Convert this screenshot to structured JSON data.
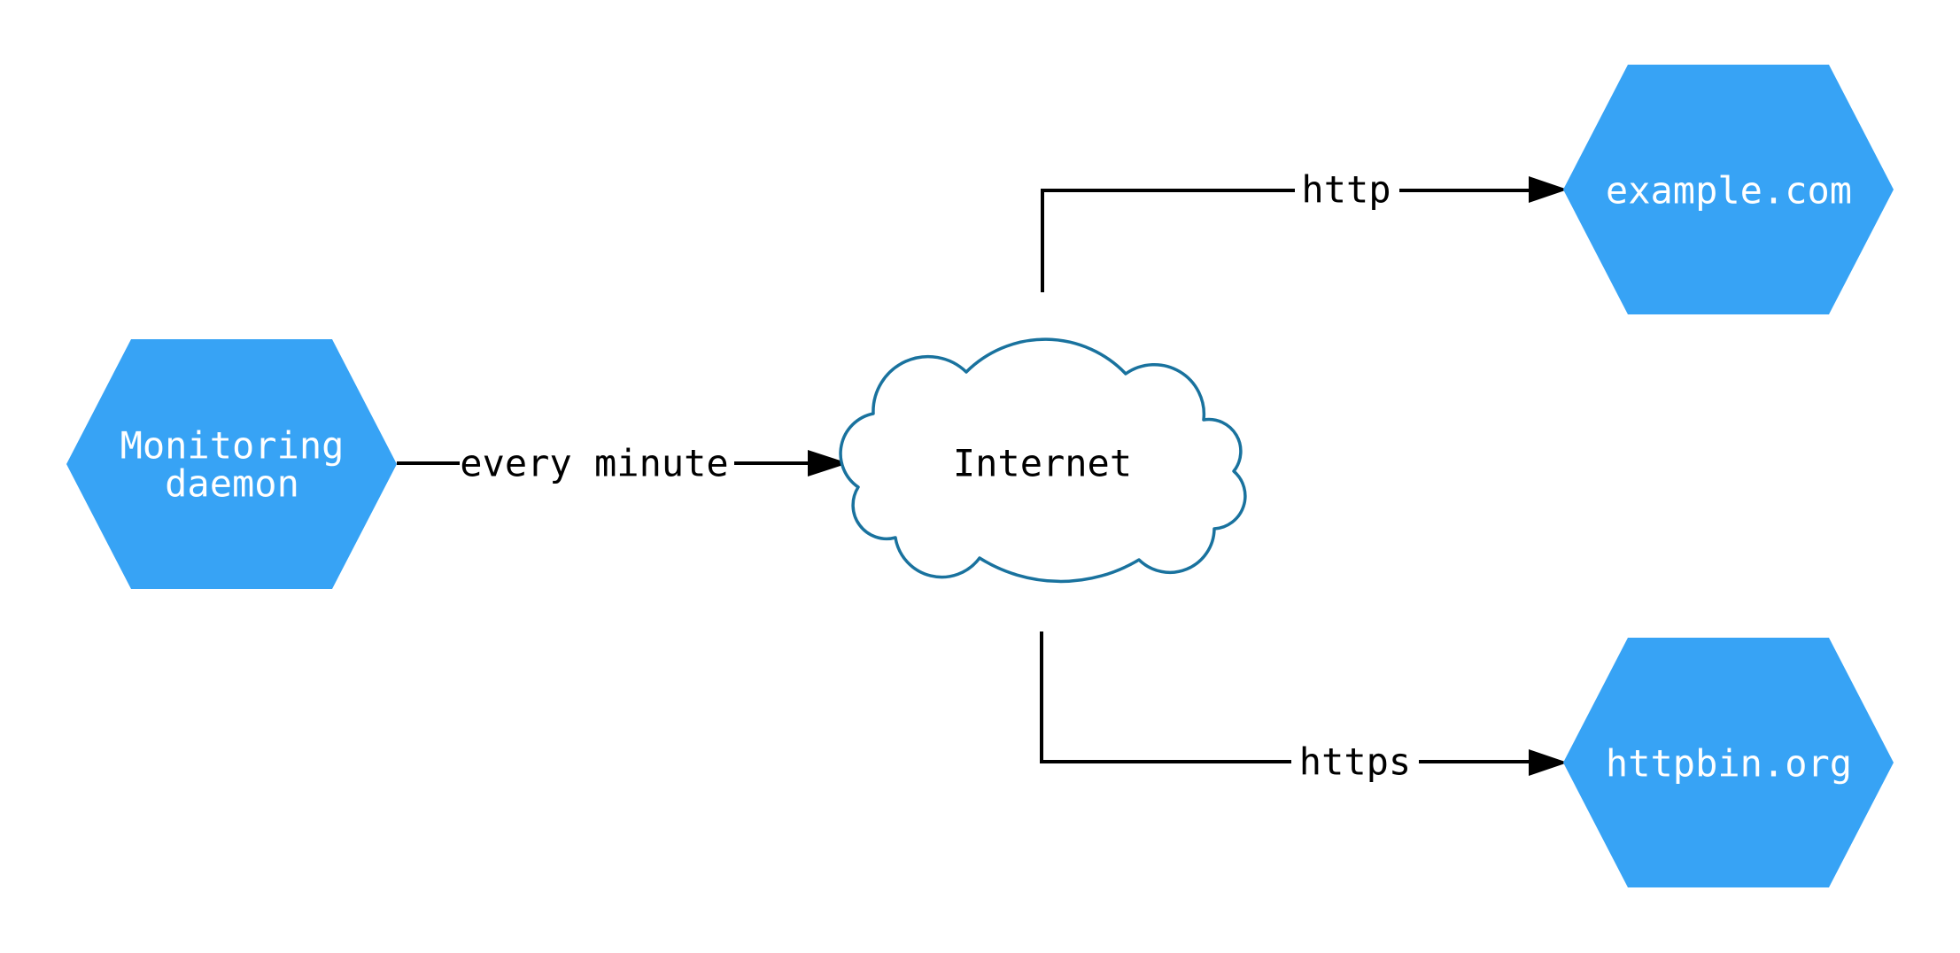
{
  "nodes": {
    "monitoring_daemon": {
      "line1": "Monitoring",
      "line2": "daemon"
    },
    "internet": {
      "label": "Internet"
    },
    "example_com": {
      "label": "example.com"
    },
    "httpbin_org": {
      "label": "httpbin.org"
    }
  },
  "edges": {
    "every_minute": {
      "label": "every minute"
    },
    "http": {
      "label": "http"
    },
    "https": {
      "label": "https"
    }
  },
  "colors": {
    "hexagon_fill": "#37a3f5",
    "node_label_color": "#ffffff",
    "cloud_stroke": "#19729e",
    "cloud_fill": "#ffffff",
    "edge_color": "#000000",
    "edge_label_color": "#000000",
    "background": "#ffffff"
  }
}
